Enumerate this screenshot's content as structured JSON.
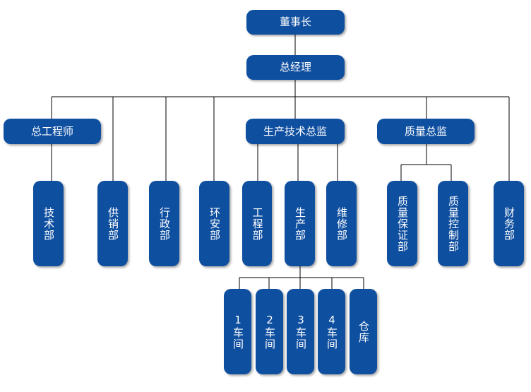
{
  "chart": {
    "chairman": "董事长",
    "general_manager": "总经理",
    "chief_engineer": "总工程师",
    "production_tech_director": "生产技术总监",
    "quality_director": "质量总监",
    "tech_dept": "技术部",
    "supply_sales_dept": "供销部",
    "admin_dept": "行政部",
    "env_safety_dept": "环安部",
    "engineering_dept": "工程部",
    "production_dept": "生产部",
    "maintenance_dept": "维修部",
    "qa_dept": "质量保证部",
    "qc_dept": "质量控制部",
    "finance_dept": "财务部",
    "workshop_1": "1车间",
    "workshop_2": "2车间",
    "workshop_3": "3车间",
    "workshop_4": "4车间",
    "warehouse": "仓库"
  },
  "colors": {
    "node_fill": "#0f4fa0",
    "node_text": "#ffffff",
    "line": "#000000"
  }
}
